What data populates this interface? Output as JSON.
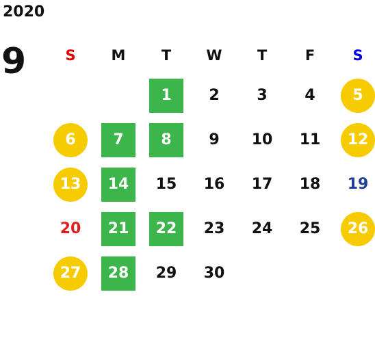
{
  "header": {
    "year": "2020",
    "month": "9"
  },
  "weekdays": [
    {
      "label": "S",
      "color": "#e00000"
    },
    {
      "label": "M",
      "color": "#111111"
    },
    {
      "label": "T",
      "color": "#111111"
    },
    {
      "label": "W",
      "color": "#111111"
    },
    {
      "label": "T",
      "color": "#111111"
    },
    {
      "label": "F",
      "color": "#111111"
    },
    {
      "label": "S",
      "color": "#0000e0"
    }
  ],
  "colors": {
    "green_highlight": "#3cb54a",
    "yellow_highlight": "#f6cc00",
    "holiday_red": "#e02020",
    "saturday_blue": "#1d3f9a"
  },
  "weeks": [
    [
      null,
      null,
      {
        "d": "1",
        "style": "green"
      },
      {
        "d": "2"
      },
      {
        "d": "3"
      },
      {
        "d": "4"
      },
      {
        "d": "5",
        "style": "yellow"
      }
    ],
    [
      {
        "d": "6",
        "style": "yellow"
      },
      {
        "d": "7",
        "style": "green"
      },
      {
        "d": "8",
        "style": "green"
      },
      {
        "d": "9"
      },
      {
        "d": "10"
      },
      {
        "d": "11"
      },
      {
        "d": "12",
        "style": "yellow"
      }
    ],
    [
      {
        "d": "13",
        "style": "yellow"
      },
      {
        "d": "14",
        "style": "green"
      },
      {
        "d": "15"
      },
      {
        "d": "16"
      },
      {
        "d": "17"
      },
      {
        "d": "18"
      },
      {
        "d": "19",
        "style": "blue"
      }
    ],
    [
      {
        "d": "20",
        "style": "red"
      },
      {
        "d": "21",
        "style": "green"
      },
      {
        "d": "22",
        "style": "green"
      },
      {
        "d": "23"
      },
      {
        "d": "24"
      },
      {
        "d": "25"
      },
      {
        "d": "26",
        "style": "yellow"
      }
    ],
    [
      {
        "d": "27",
        "style": "yellow"
      },
      {
        "d": "28",
        "style": "green"
      },
      {
        "d": "29"
      },
      {
        "d": "30"
      },
      null,
      null,
      null
    ]
  ]
}
